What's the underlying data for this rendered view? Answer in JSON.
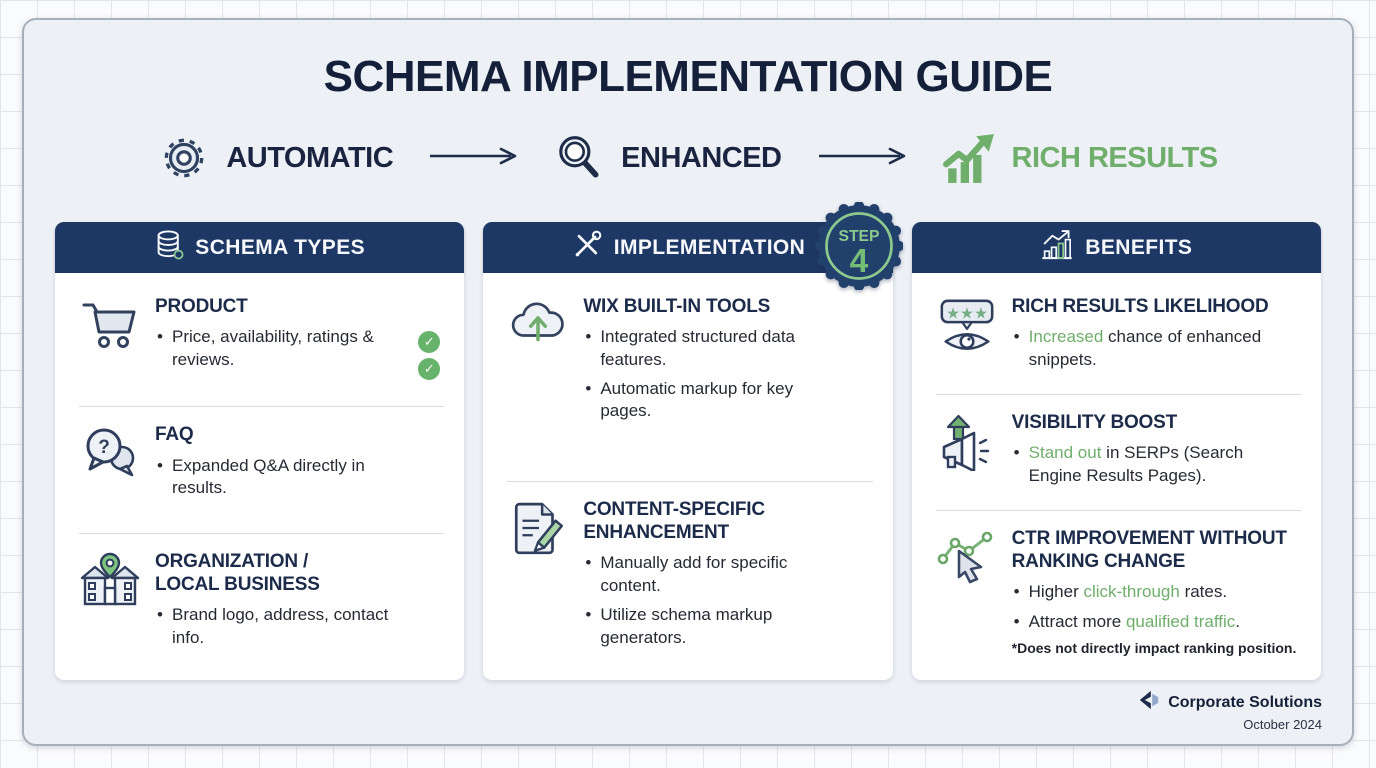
{
  "title": "SCHEMA IMPLEMENTATION GUIDE",
  "flow": {
    "step1": "AUTOMATIC",
    "step2": "ENHANCED",
    "step3": "RICH RESULTS"
  },
  "badge": {
    "label": "STEP",
    "number": "4"
  },
  "schema_types": {
    "header": "SCHEMA TYPES",
    "product": {
      "title": "PRODUCT",
      "bullet": "Price, availability, ratings & reviews."
    },
    "faq": {
      "title": "FAQ",
      "bullet": "Expanded Q&A directly in results."
    },
    "organization": {
      "title": "ORGANIZATION / LOCAL BUSINESS",
      "bullet": "Brand logo, address, contact info."
    }
  },
  "implementation": {
    "header": "IMPLEMENTATION",
    "wix": {
      "title": "WIX BUILT-IN TOOLS",
      "bullet1": "Integrated structured data features.",
      "bullet2": "Automatic markup for key pages."
    },
    "content": {
      "title": "CONTENT-SPECIFIC ENHANCEMENT",
      "bullet1": "Manually add for specific content.",
      "bullet2": "Utilize schema markup generators."
    }
  },
  "benefits": {
    "header": "BENEFITS",
    "likelihood": {
      "title": "RICH RESULTS LIKELIHOOD",
      "green": "Increased",
      "rest": " chance of enhanced snippets."
    },
    "visibility": {
      "title": "VISIBILITY BOOST",
      "green": "Stand out",
      "rest": " in SERPs (Search Engine Results Pages)."
    },
    "ctr": {
      "title": "CTR IMPROVEMENT WITHOUT RANKING CHANGE",
      "b1_pre": "Higher ",
      "b1_green": "click-through",
      "b1_post": " rates.",
      "b2_pre": "Attract more ",
      "b2_green": "qualified traffic",
      "b2_post": ".",
      "note": "*Does not directly impact ranking position."
    }
  },
  "icons": {
    "faq_glyph": "?",
    "stars_glyph": "★★★",
    "check_glyph": "✓"
  },
  "footer": {
    "brand": "Corporate Solutions",
    "date": "October 2024"
  },
  "colors": {
    "navy_bar": "#1e3866",
    "ink": "#141f3a",
    "green": "#6fae6b",
    "badge_green": "#8cc98e"
  }
}
